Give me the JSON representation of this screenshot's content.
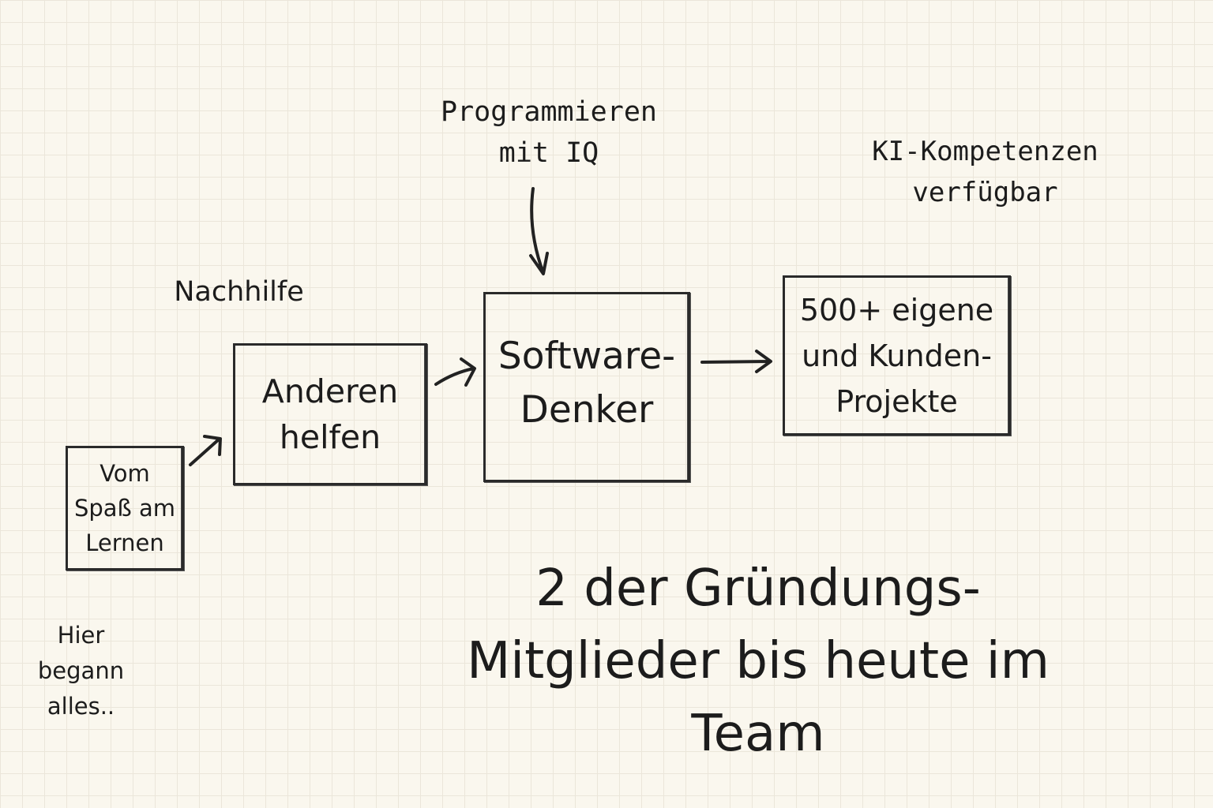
{
  "boxes": {
    "learning": "Vom\nSpaß am\nLernen",
    "helping": "Anderen\nhelfen",
    "software": "Software-\nDenker",
    "projects": "500+ eigene\nund Kunden-\nProjekte"
  },
  "labels": {
    "nachhilfe": "Nachhilfe",
    "programming": "Programmieren\nmit IQ",
    "ai": "KI-Kompetenzen\nverfügbar",
    "start": "Hier\nbegann\nalles.."
  },
  "headline": "2 der Gründungs-\nMitglieder bis heute im\nTeam",
  "colors": {
    "background": "#faf7ee",
    "grid": "#ebe6da",
    "ink": "#1c1c1c"
  }
}
